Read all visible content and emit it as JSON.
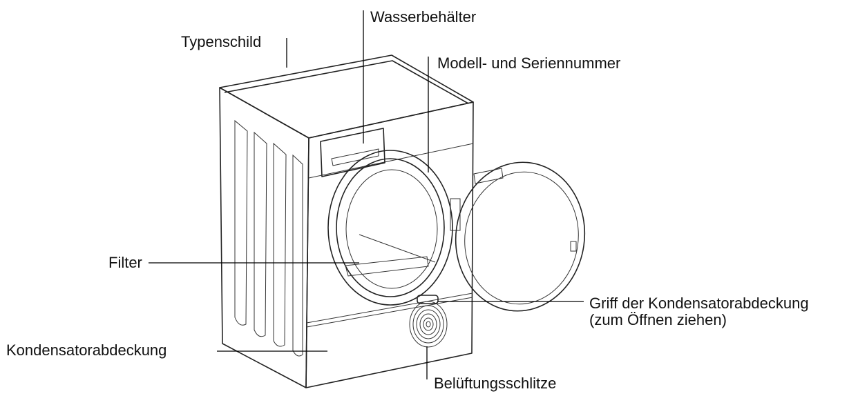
{
  "labels": {
    "water_container": "Wasserbehälter",
    "rating_plate": "Typenschild",
    "model_serial": "Modell- und Seriennummer",
    "filter": "Filter",
    "condenser_handle_line1": "Griff der Kondensatorabdeckung",
    "condenser_handle_line2": "(zum Öffnen ziehen)",
    "condenser_cover": "Kondensatorabdeckung",
    "vent_slots": "Belüftungsschlitze"
  },
  "colors": {
    "line": "#222222",
    "text": "#111111",
    "background": "#ffffff"
  }
}
